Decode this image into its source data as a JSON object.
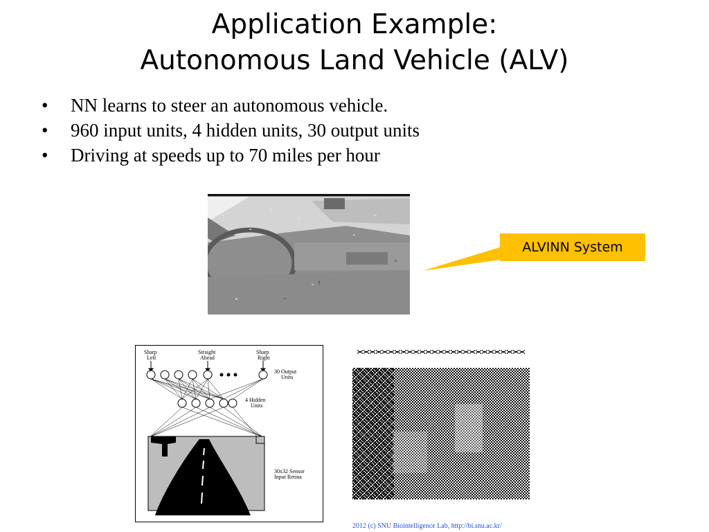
{
  "slide": {
    "title_line1": "Application Example:",
    "title_line2": "Autonomous Land Vehicle (ALV)",
    "bullet_symbol": "•",
    "bullets": [
      "NN learns to steer an autonomous vehicle.",
      "960 input units, 4 hidden units, 30 output units",
      "Driving at speeds up to 70 miles per hour"
    ],
    "callout_label": "ALVINN System",
    "callout_color": "#ffc000",
    "footer": "2012 (c) SNU Biointelligence Lab, http://bi.snu.ac.kr/"
  },
  "diagram": {
    "label_sharp_left_1": "Sharp",
    "label_sharp_left_2": "Left",
    "label_straight_1": "Straight",
    "label_straight_2": "Ahead",
    "label_sharp_right_1": "Sharp",
    "label_sharp_right_2": "Right",
    "label_output_1": "30 Output",
    "label_output_2": "Units",
    "label_hidden_1": "4 Hidden",
    "label_hidden_2": "Units",
    "label_sensor_1": "30x32 Sensor",
    "label_sensor_2": "Input Retina"
  }
}
